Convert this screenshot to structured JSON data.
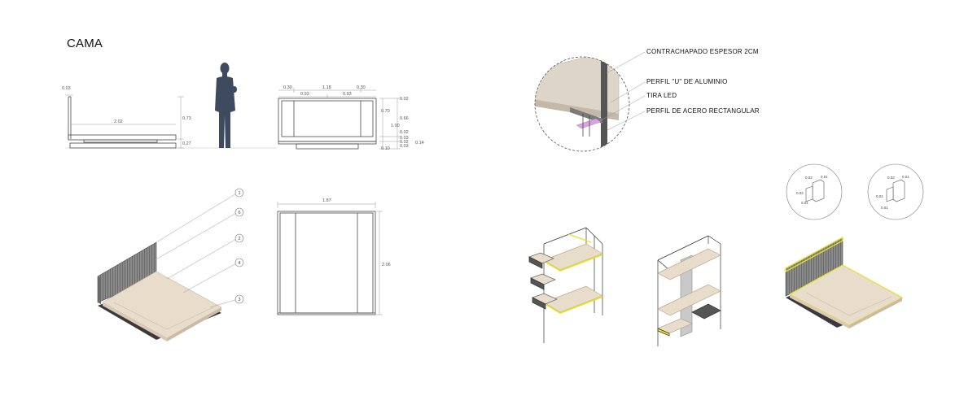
{
  "title": "CAMA",
  "colors": {
    "wood": "#e8dccb",
    "wood_edge": "#cbbba5",
    "dark_panel": "#7d7d7d",
    "silhouette": "#3e4a5e",
    "led": "#d8a4e0",
    "highlight": "#e8e028",
    "line": "#4a4a4a",
    "dim_line": "#9a9a9a"
  },
  "side_view": {
    "dims": {
      "top_gap": "0.03",
      "length": "2.02",
      "headboard_h": "0.73",
      "base_h": "0.27"
    }
  },
  "front_view": {
    "dims": {
      "left_w": "0.30",
      "mid_w": "1.18",
      "right_w": "0.30",
      "inner_left": "0.93",
      "inner_right": "0.93",
      "r1": "0.02",
      "r2": "0.70",
      "r3": "0.66",
      "r4": "1.00",
      "r5": "0.02",
      "r6": "0.03",
      "r7": "0.02",
      "r8": "0.10",
      "r9": "0.03",
      "r10": "0.14"
    }
  },
  "plan_view": {
    "dims": {
      "width": "1.87",
      "length": "2.06"
    }
  },
  "callouts": [
    "1",
    "6",
    "2",
    "4",
    "3"
  ],
  "detail": {
    "labels": [
      "CONTRACHAPADO  ESPESOR 2CM",
      "PERFIL  \"U\"  DE ALUMINIO",
      "TIRA  LED",
      "PERFIL DE ACERO RECTANGULAR"
    ]
  },
  "profile_details": {
    "left": {
      "a": "0.02",
      "b": "0.01",
      "c": "0.02",
      "d": "0.01"
    },
    "right": {
      "a": "0.02",
      "b": "0.01",
      "c": "0.01",
      "d": "0.01"
    }
  }
}
